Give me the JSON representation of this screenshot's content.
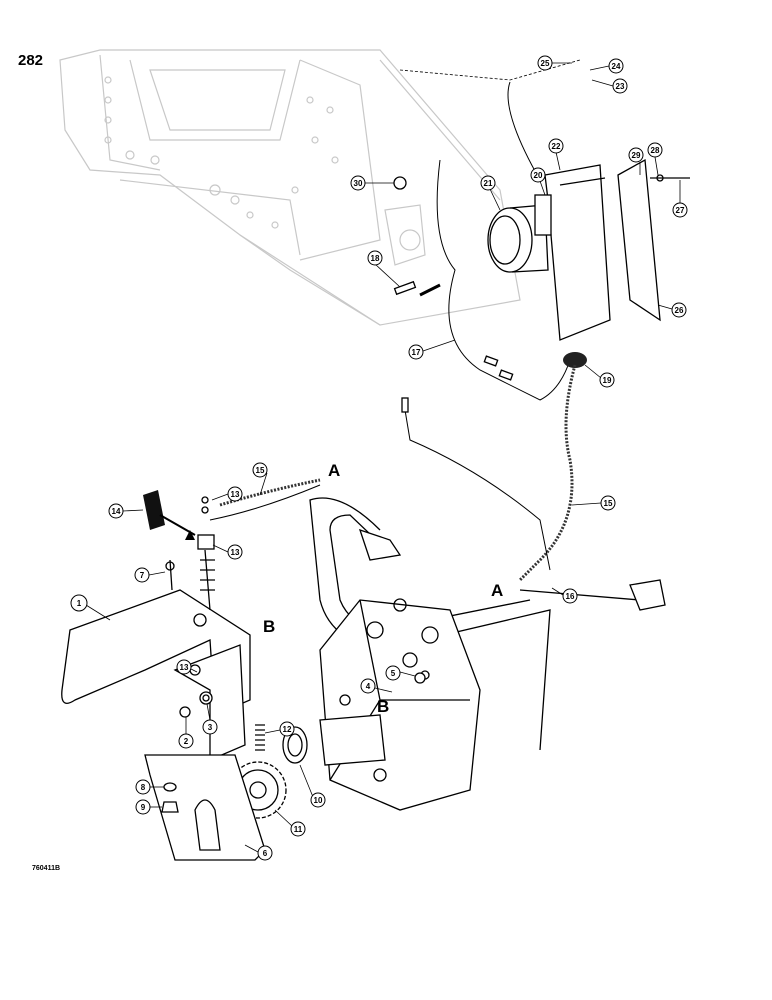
{
  "page": {
    "number": "282",
    "drawing_number": "760411B"
  },
  "callouts": [
    {
      "id": "c1",
      "label": "1"
    },
    {
      "id": "c2",
      "label": "2"
    },
    {
      "id": "c3",
      "label": "3"
    },
    {
      "id": "c4",
      "label": "4"
    },
    {
      "id": "c5",
      "label": "5"
    },
    {
      "id": "c6",
      "label": "6"
    },
    {
      "id": "c7",
      "label": "7"
    },
    {
      "id": "c8",
      "label": "8"
    },
    {
      "id": "c9",
      "label": "9"
    },
    {
      "id": "c10",
      "label": "10"
    },
    {
      "id": "c11",
      "label": "11"
    },
    {
      "id": "c12",
      "label": "12"
    },
    {
      "id": "c13a",
      "label": "13"
    },
    {
      "id": "c13b",
      "label": "13"
    },
    {
      "id": "c13c",
      "label": "13"
    },
    {
      "id": "c14",
      "label": "14"
    },
    {
      "id": "c15a",
      "label": "15"
    },
    {
      "id": "c15b",
      "label": "15"
    },
    {
      "id": "c16",
      "label": "16"
    },
    {
      "id": "c17",
      "label": "17"
    },
    {
      "id": "c18",
      "label": "18"
    },
    {
      "id": "c19",
      "label": "19"
    },
    {
      "id": "c20",
      "label": "20"
    },
    {
      "id": "c21",
      "label": "21"
    },
    {
      "id": "c22",
      "label": "22"
    },
    {
      "id": "c23",
      "label": "23"
    },
    {
      "id": "c24",
      "label": "24"
    },
    {
      "id": "c25",
      "label": "25"
    },
    {
      "id": "c26",
      "label": "26"
    },
    {
      "id": "c27",
      "label": "27"
    },
    {
      "id": "c28",
      "label": "28"
    },
    {
      "id": "c29",
      "label": "29"
    },
    {
      "id": "c30",
      "label": "30"
    }
  ],
  "reference_letters": [
    {
      "id": "A1",
      "label": "A"
    },
    {
      "id": "A2",
      "label": "A"
    },
    {
      "id": "B1",
      "label": "B"
    },
    {
      "id": "B2",
      "label": "B"
    }
  ]
}
